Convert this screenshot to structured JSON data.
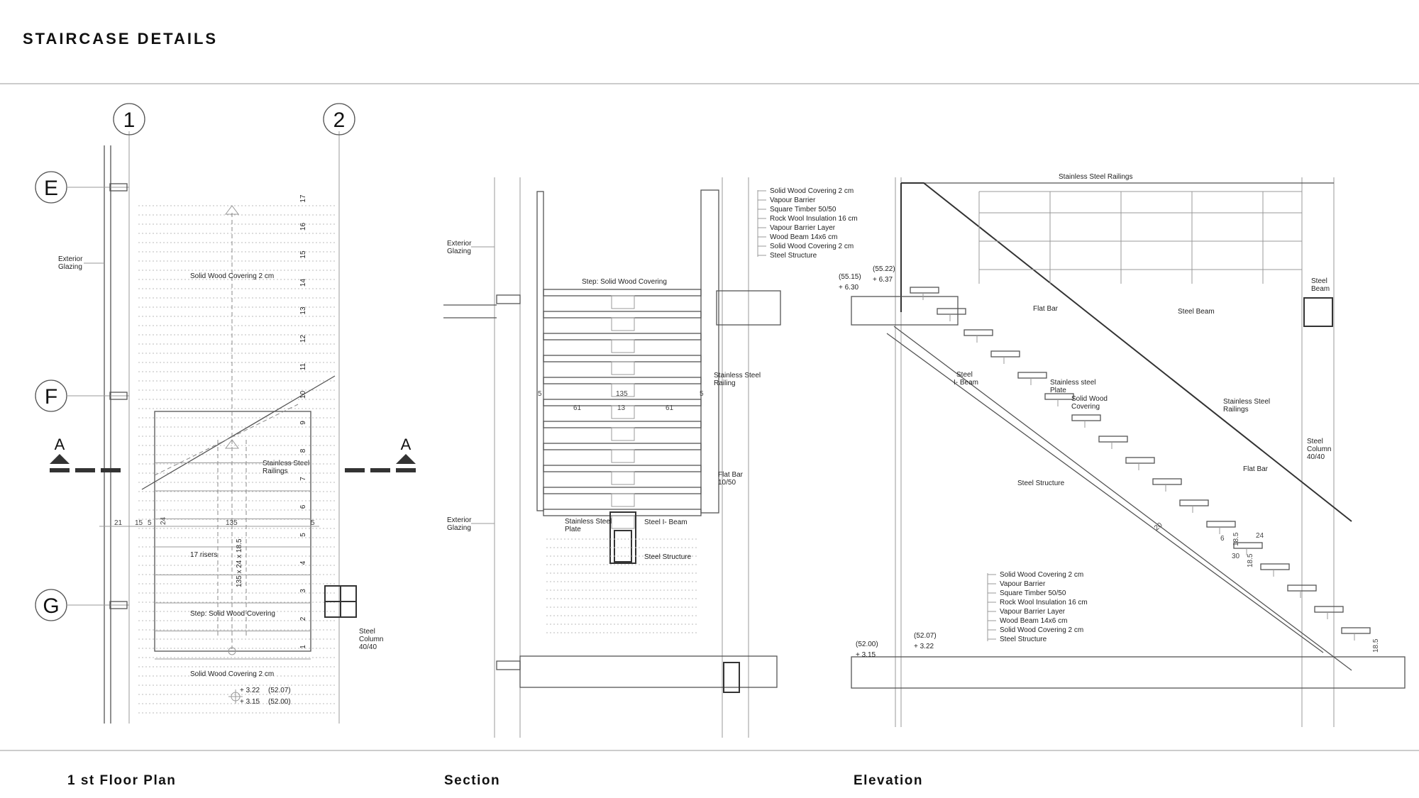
{
  "title": "STAIRCASE DETAILS",
  "captions": {
    "plan": "1 st Floor Plan",
    "section": "Section",
    "elevation": "Elevation"
  },
  "plan": {
    "grid_cols": [
      "1",
      "2"
    ],
    "grid_rows": [
      "E",
      "F",
      "G"
    ],
    "section_marker": "A",
    "labels": {
      "exterior_glazing": [
        "Exterior",
        "Glazing"
      ],
      "solid_wood_top": "Solid Wood Covering    2 cm",
      "railings": [
        "Stainless Steel",
        "Railings"
      ],
      "risers": "17 risers",
      "risers_dim": "135 x 24 x 18.5",
      "step": "Step: Solid Wood Covering",
      "solid_wood_bottom": "Solid Wood Covering    2 cm",
      "steel_column": [
        "Steel",
        "Column",
        "40/40"
      ],
      "lvl_a": "+ 3.22",
      "lvl_a_ref": "(52.07)",
      "lvl_b": "+ 3.15",
      "lvl_b_ref": "(52.00)"
    },
    "dims": [
      "21",
      "15",
      "5",
      "24",
      "135",
      "5"
    ],
    "step_numbers": [
      "17",
      "16",
      "15",
      "14",
      "13",
      "12",
      "11",
      "10",
      "9",
      "8",
      "7",
      "6",
      "5",
      "4",
      "3",
      "2",
      "1"
    ]
  },
  "section": {
    "labels": {
      "exterior_glazing_top": [
        "Exterior",
        "Glazing"
      ],
      "exterior_glazing_bottom": [
        "Exterior",
        "Glazing"
      ],
      "step": "Step: Solid Wood Covering",
      "railing": [
        "Stainless Steel",
        "Railing"
      ],
      "flat_bar": [
        "Flat Bar",
        "10/50"
      ],
      "plate": [
        "Stainless Steel",
        "Plate"
      ],
      "i_beam": "Steel I- Beam",
      "structure": "Steel Structure"
    },
    "dims": [
      "5",
      "135",
      "5",
      "61",
      "13",
      "61"
    ],
    "layers": [
      "Solid Wood Covering  2 cm",
      "Vapour Barrier",
      "Square Timber  50/50",
      "Rock Wool Insulation  16 cm",
      "Vapour Barrier Layer",
      "Wood Beam   14x6 cm",
      "Solid Wood Covering  2 cm",
      "Steel Structure"
    ]
  },
  "elevation": {
    "labels": {
      "railings_top": "Stainless Steel Railings",
      "steel_beam_right": [
        "Steel",
        "Beam"
      ],
      "flat_bar_top": "Flat Bar",
      "steel_beam_mid": "Steel  Beam",
      "steel_i_beam": [
        "Steel",
        "I- Beam"
      ],
      "plate": [
        "Stainless steel",
        "Plate"
      ],
      "wood": [
        "Solid Wood",
        "Covering"
      ],
      "railings_mid": [
        "Stainless Steel",
        "Railings"
      ],
      "steel_column": [
        "Steel",
        "Column",
        "40/40"
      ],
      "flat_bar_low": "Flat Bar",
      "steel_structure": "Steel Structure"
    },
    "levels": {
      "top_left_ref": "(55.15)",
      "top_left": "+ 6.30",
      "top_right_ref": "(55.22)",
      "top_right": "+ 6.37",
      "bottom_left_ref": "(52.00)",
      "bottom_left": "+ 3.15",
      "bottom_right_ref": "(52.07)",
      "bottom_right": "+ 3.22"
    },
    "dims": [
      "20",
      "24",
      "6",
      "18.5",
      "18.5",
      "30",
      "18.5"
    ],
    "layers": [
      "Solid Wood Covering  2 cm",
      "Vapour Barrier",
      "Square Timber  50/50",
      "Rock Wool Insulation  16 cm",
      "Vapour Barrier Layer",
      "Wood Beam   14x6 cm",
      "Solid Wood Covering  2 cm",
      "Steel Structure"
    ]
  }
}
